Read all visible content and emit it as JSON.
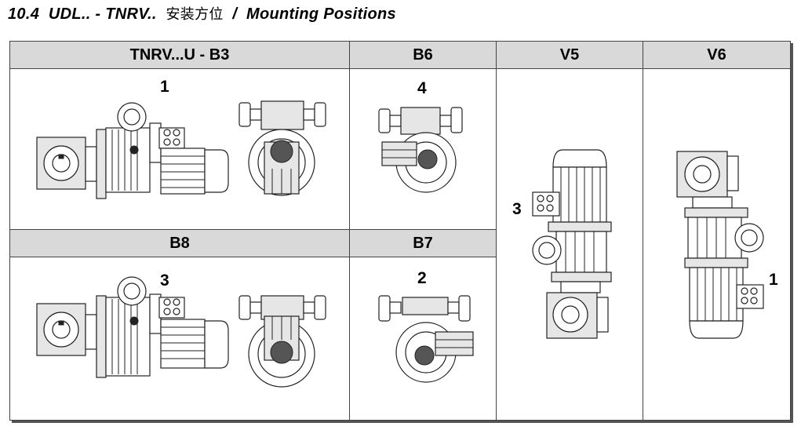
{
  "title": {
    "number": "10.4",
    "main": "UDL.. - TNRV..",
    "cjk": "安装方位",
    "separator": "/",
    "english": "Mounting Positions"
  },
  "columns": {
    "b3": "TNRV...U - B3",
    "b6": "B6",
    "v5": "V5",
    "v6": "V6",
    "b8": "B8",
    "b7": "B7"
  },
  "positions": {
    "b3": "1",
    "b6": "4",
    "b8": "3",
    "b7": "2",
    "v5": "3",
    "v6": "1"
  }
}
